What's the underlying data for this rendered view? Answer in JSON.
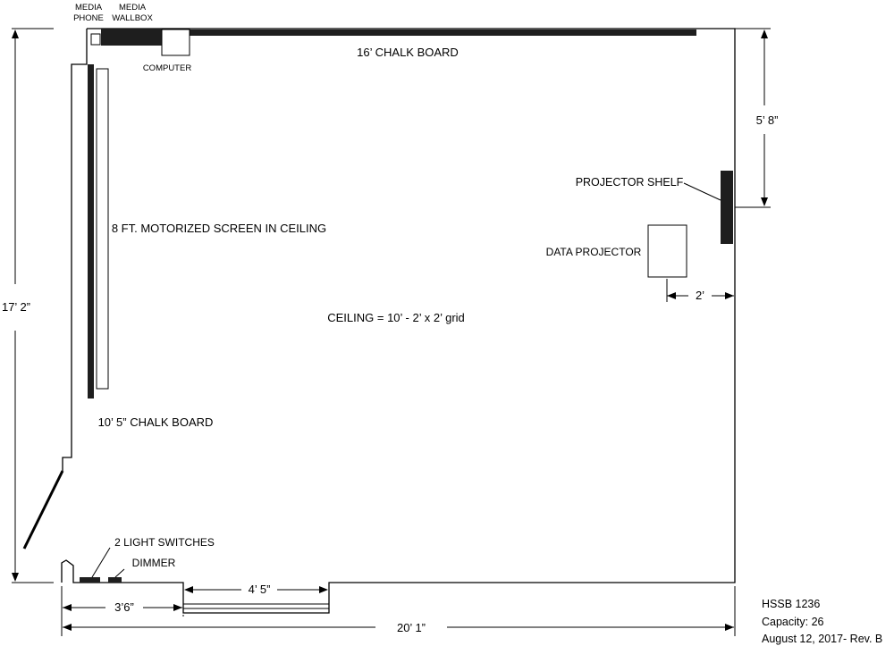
{
  "labels": {
    "media_phone_line1": "MEDIA",
    "media_phone_line2": "PHONE",
    "media_wallbox_line1": "MEDIA",
    "media_wallbox_line2": "WALLBOX",
    "computer": "COMPUTER",
    "chalkboard_top": "16’ CHALK BOARD",
    "projector_shelf": "PROJECTOR SHELF",
    "data_projector": "DATA PROJECTOR",
    "screen": "8 FT. MOTORIZED SCREEN IN CEILING",
    "ceiling": "CEILING = 10’  - 2’ x 2’ grid",
    "chalkboard_left": "10’ 5” CHALK BOARD",
    "light_switches": "2 LIGHT SWITCHES",
    "dimmer": "DIMMER"
  },
  "dimensions": {
    "room_depth": "17’ 2”",
    "shelf_offset": "5’ 8”",
    "projector_offset": "2’",
    "door_width": "4’ 5”",
    "door_offset": "3’6”",
    "room_width": "20’ 1”"
  },
  "info": {
    "room": "HSSB 1236",
    "capacity": "Capacity: 26",
    "revision": "August 12, 2017- Rev. B"
  }
}
